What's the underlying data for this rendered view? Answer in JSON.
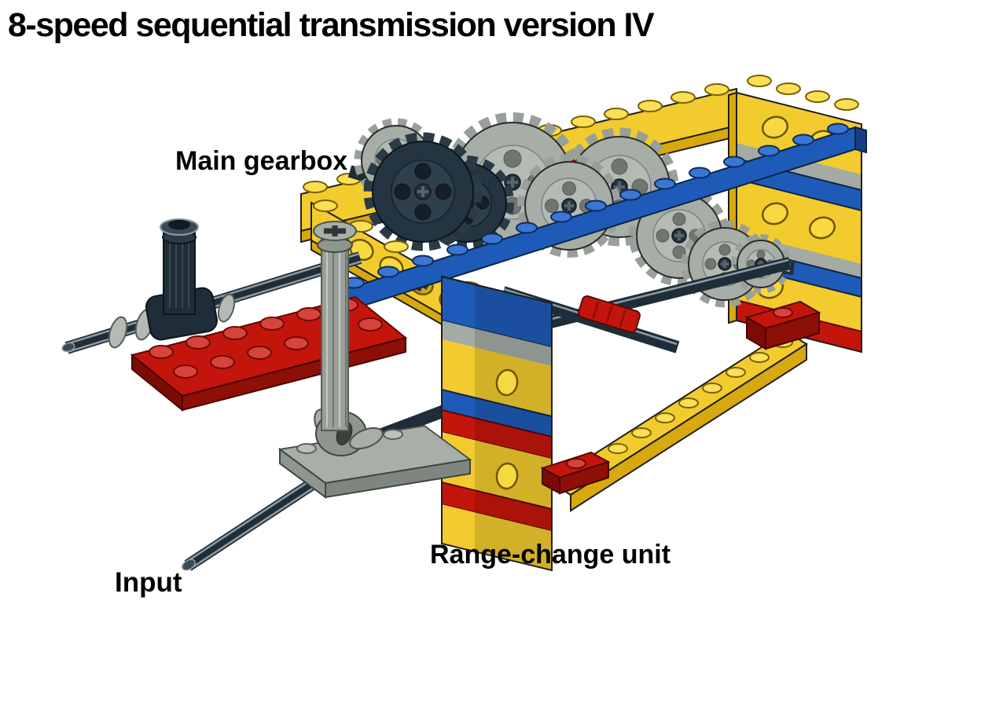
{
  "title": "8-speed sequential transmission version IV",
  "figure": {
    "labels": {
      "main_gearbox": "Main gearbox",
      "range_change": "Range-change unit",
      "input": "Input"
    }
  },
  "colors": {
    "background": "#FFFFFF",
    "text": "#000000",
    "yellow": "#F2CB2E",
    "yellow_light": "#FBDF55",
    "yellow_dark": "#D8A90E",
    "yellow_hole": "#F7D83F",
    "blue": "#1E5BB8",
    "blue_light": "#3B76D4",
    "blue_dark": "#153F85",
    "red": "#C4150C",
    "red_light": "#D6443C",
    "red_dark": "#8E0F06",
    "gray": "#A4AAA4",
    "gray_dark": "#6F766F",
    "dark": "#1E2D38"
  }
}
